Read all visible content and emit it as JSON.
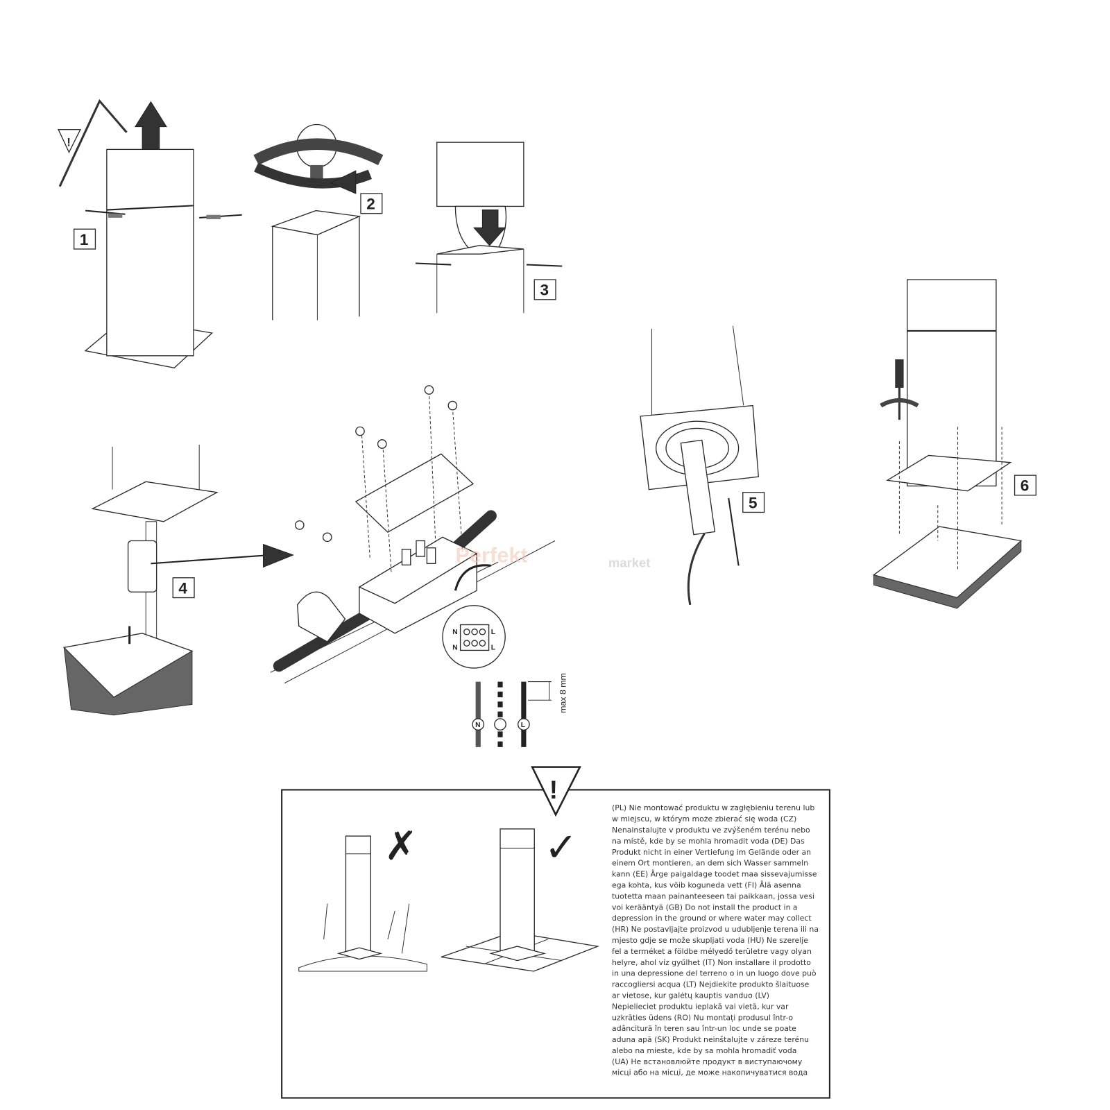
{
  "steps": [
    {
      "number": "1"
    },
    {
      "number": "2"
    },
    {
      "number": "3"
    },
    {
      "number": "4"
    },
    {
      "number": "5"
    },
    {
      "number": "6"
    }
  ],
  "wiring": {
    "terminal_labels": [
      "N",
      "L",
      "N",
      "L"
    ],
    "wire_labels": [
      "N",
      "L"
    ],
    "strip_length": "max 8 mm"
  },
  "watermark": {
    "brand": "Perfekt",
    "suffix": "market"
  },
  "warning": {
    "symbol": "!",
    "wrong_mark": "✗",
    "right_mark": "✓",
    "lines": [
      "(PL) Nie montować produktu w zagłębieniu terenu lub",
      "w miejscu, w którym może zbierać się woda   (CZ)",
      "Nenainstalujte v produktu ve zvýšeném terénu nebo",
      "na místě, kde by se mohla hromadit voda   (DE) Das",
      "Produkt nicht in einer Vertiefung im Gelände oder an",
      "einem Ort montieren, an dem sich Wasser sammeln",
      "kann   (EE) Ärge paigaldage toodet maa sissevajumisse",
      "ega kohta, kus võib koguneda vett   (FI) Älä asenna",
      "tuotetta maan painanteeseen tai paikkaan, jossa vesi",
      "voi kerääntyä   (GB) Do not install the product in a",
      "depression in the ground or where water may collect",
      "(HR) Ne postavljajte proizvod u udubljenje terena ili na",
      "mjesto gdje se može skupljati voda   (HU) Ne szerelje",
      "fel a terméket a földbe mélyedő területre vagy olyan",
      "helyre, ahol víz gyűlhet   (IT) Non installare il prodotto",
      "in una depressione del terreno o in un luogo dove può",
      "raccogliersi acqua   (LT) Nejdiekite produkto šlaituose",
      "ar vietose, kur galėtų kauptis vanduo   (LV)",
      "Nepielieciet produktu ieplakā vai vietā, kur var",
      "uzkrāties ūdens   (RO) Nu montați produsul într-o",
      "adâncitură în teren sau într-un loc unde se poate",
      "aduna apă   (SK) Produkt neinštalujte v záreze terénu",
      "alebo na mieste, kde by sa mohla hromadiť voda",
      "(UA) Не встановлюйте продукт в виступаючому",
      "місці або на місці, де може накопичуватися вода"
    ]
  }
}
